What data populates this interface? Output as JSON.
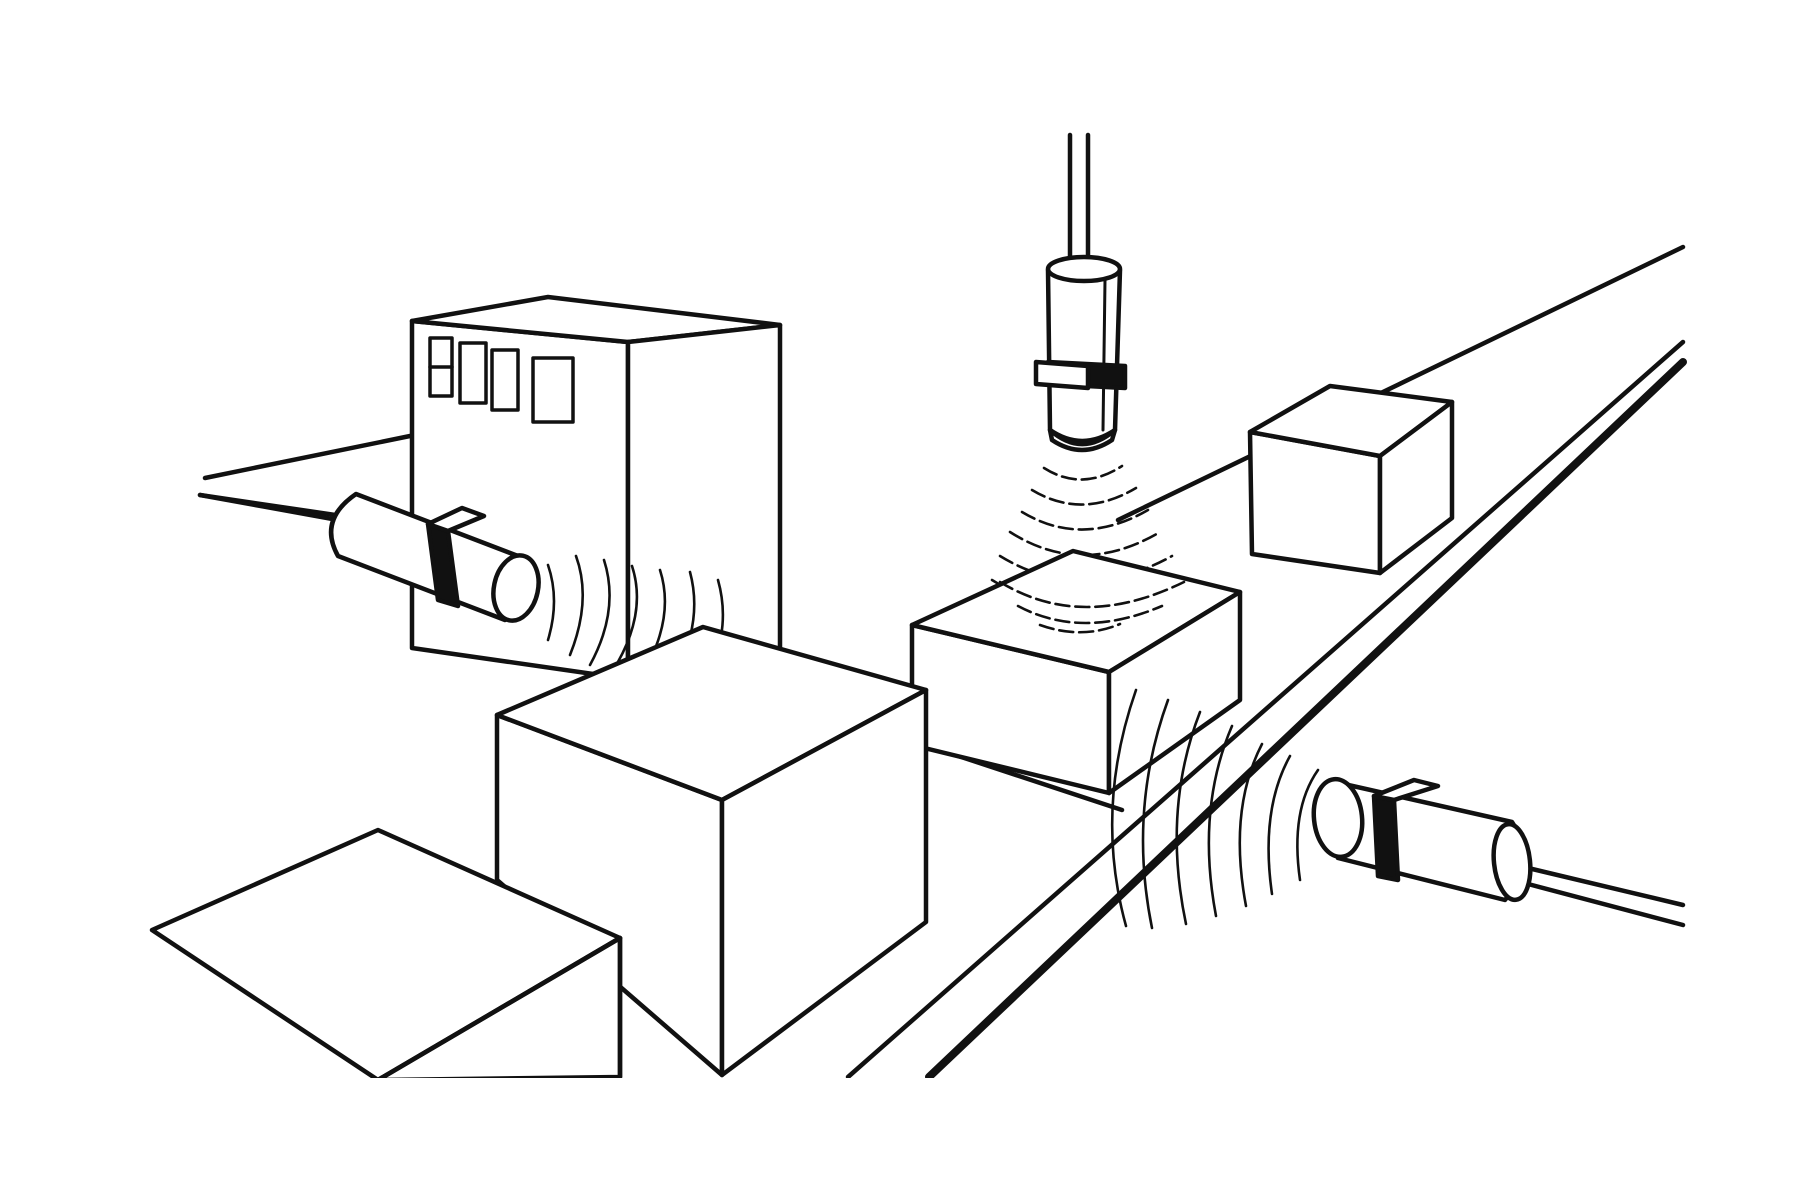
{
  "diagram": {
    "kind": "line-illustration",
    "subject": "ultrasonic-proximity-sensors-on-conveyor",
    "colors": {
      "stroke": "#111111",
      "background": "#ffffff",
      "fill": "#ffffff"
    },
    "icons": [
      "ultrasonic-sensor-icon",
      "sound-wave-icon",
      "box-icon",
      "conveyor-icon"
    ],
    "sensors": [
      {
        "id": "left",
        "orientation": "horizontal",
        "wave_direction": "right"
      },
      {
        "id": "top",
        "orientation": "vertical",
        "wave_direction": "down"
      },
      {
        "id": "right",
        "orientation": "horizontal",
        "wave_direction": "left"
      }
    ],
    "boxes": [
      "display-cabinet",
      "front-large-box",
      "conveyor-box-middle",
      "conveyor-box-back",
      "foreground-block"
    ]
  }
}
